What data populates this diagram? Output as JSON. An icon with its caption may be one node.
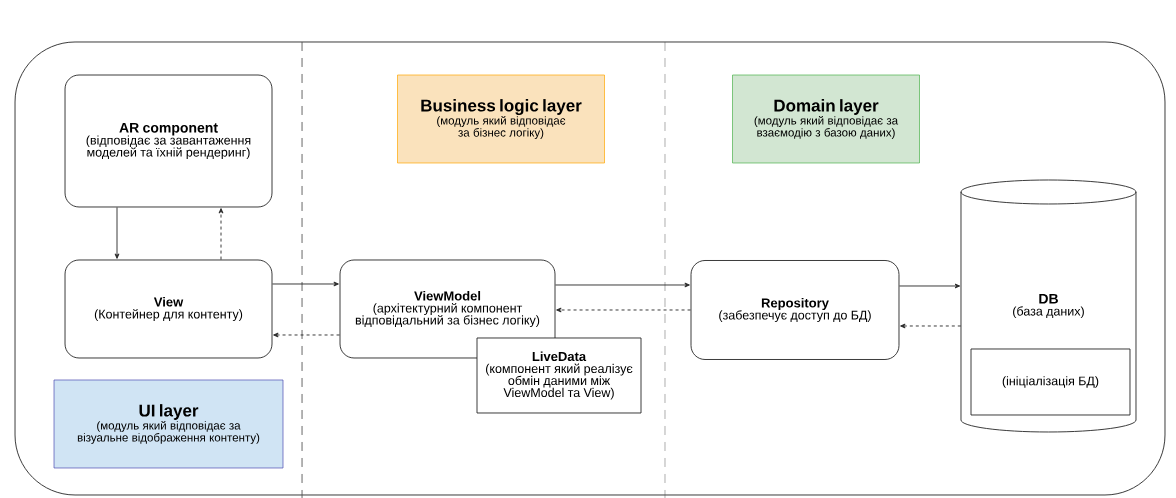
{
  "diagram": {
    "nodes": [
      {
        "text": [
          "AR component",
          "(відповідає за завантаження моделей та їхній рендеринг)"
        ]
      },
      {
        "text": [
          "Business logic layer",
          "(модуль який відповідає за бізнес логіку)"
        ]
      },
      {
        "text": [
          "Domain layer",
          "(модуль який відповідає за взаємодію з базою даних)"
        ]
      },
      {
        "text": [
          "View",
          "(Контейнер для контенту)"
        ]
      },
      {
        "text": [
          "ViewModel",
          "(архітектурний компонент відповідальний за бізнес логіку)"
        ]
      },
      {
        "text": [
          "LiveData",
          "(компонент який реалізує обмін даними між ViewModel та View)"
        ]
      },
      {
        "text": [
          "Repository",
          "(забезпечує доступ до БД)"
        ]
      },
      {
        "text": [
          "DB",
          "(база даних)"
        ]
      },
      {
        "text": [
          "(ініціалізація БД)"
        ],
        "in": 7
      },
      {
        "text": [
          "UI layer",
          "(модуль який відповідає за візуальне відображення контенту)"
        ]
      }
    ],
    "edges": [
      {
        "from": 0,
        "to": 3,
        "arrow": "to"
      },
      {
        "from": 3,
        "to": 0,
        "arrow": "to",
        "style": "dashed"
      },
      {
        "from": 3,
        "to": 4,
        "arrow": "to"
      },
      {
        "from": 4,
        "to": 3,
        "arrow": "to",
        "style": "dashed"
      },
      {
        "from": 4,
        "to": 6,
        "arrow": "to"
      },
      {
        "from": 6,
        "to": 4,
        "arrow": "to",
        "style": "dashed"
      },
      {
        "from": 6,
        "to": 7,
        "arrow": "to"
      },
      {
        "from": 7,
        "to": 6,
        "arrow": "to",
        "style": "dashed"
      }
    ]
  }
}
